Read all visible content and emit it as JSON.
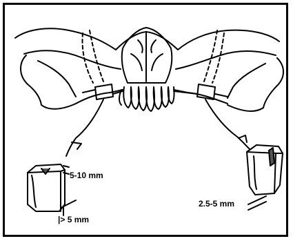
{
  "diagram": {
    "labels": {
      "left_graft_height": "5-10 mm",
      "left_graft_width": "|> 5 mm",
      "right_graft_height": "2.5-5 mm"
    },
    "colors": {
      "stroke": "#000000",
      "background": "#ffffff",
      "graft_shading": "#555555"
    }
  }
}
